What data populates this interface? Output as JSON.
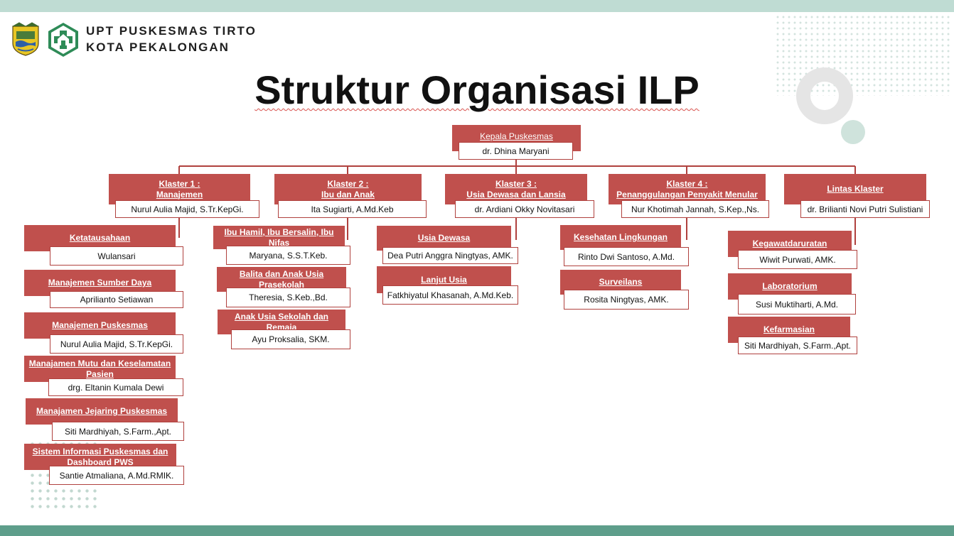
{
  "header": {
    "org_line1": "UPT PUSKESMAS TIRTO",
    "org_line2": "KOTA PEKALONGAN"
  },
  "title": "Struktur Organisasi ILP",
  "colors": {
    "box": "#c0504d",
    "border": "#b0413e",
    "accent": "#5e9e8b"
  },
  "head": {
    "role": "Kepala Puskesmas",
    "name": "dr. Dhina Maryani"
  },
  "clusters": [
    {
      "title": [
        "Klaster 1 :",
        "Manajemen"
      ],
      "name": "Nurul Aulia Majid, S.Tr.KepGi.",
      "units": [
        {
          "title": [
            "Ketatausahaan"
          ],
          "name": "Wulansari"
        },
        {
          "title": [
            "Manajemen Sumber Daya"
          ],
          "name": "Aprilianto Setiawan"
        },
        {
          "title": [
            "Manajemen Puskesmas"
          ],
          "name": "Nurul Aulia Majid, S.Tr.KepGi."
        },
        {
          "title": [
            "Manajamen Mutu dan Keselamatan",
            "Pasien"
          ],
          "name": "drg. Eltanin Kumala Dewi"
        },
        {
          "title": [
            "Manajamen Jejaring Puskesmas"
          ],
          "name": "Siti Mardhiyah, S.Farm.,Apt."
        },
        {
          "title": [
            "Sistem Informasi Puskesmas dan",
            "Dashboard PWS"
          ],
          "name": "Santie Atmaliana, A.Md.RMIK."
        }
      ]
    },
    {
      "title": [
        "Klaster 2 :",
        "Ibu dan Anak"
      ],
      "name": "Ita Sugiarti, A.Md.Keb",
      "units": [
        {
          "title": [
            "Ibu Hamil, Ibu Bersalin, Ibu Nifas"
          ],
          "name": "Maryana, S.S.T.Keb."
        },
        {
          "title": [
            "Balita dan Anak Usia Prasekolah"
          ],
          "name": "Theresia, S.Keb.,Bd."
        },
        {
          "title": [
            "Anak Usia Sekolah dan Remaja"
          ],
          "name": "Ayu Proksalia, SKM."
        }
      ]
    },
    {
      "title": [
        "Klaster 3 :",
        "Usia Dewasa dan Lansia"
      ],
      "name": "dr. Ardiani Okky Novitasari",
      "units": [
        {
          "title": [
            "Usia Dewasa"
          ],
          "name": "Dea Putri Anggra Ningtyas, AMK."
        },
        {
          "title": [
            "Lanjut Usia"
          ],
          "name": "Fatkhiyatul Khasanah, A.Md.Keb."
        }
      ]
    },
    {
      "title": [
        "Klaster 4 :",
        "Penanggulangan Penyakit Menular"
      ],
      "name": "Nur Khotimah Jannah, S.Kep.,Ns.",
      "units": [
        {
          "title": [
            "Kesehatan Lingkungan"
          ],
          "name": "Rinto Dwi Santoso, A.Md."
        },
        {
          "title": [
            "Surveilans"
          ],
          "name": "Rosita Ningtyas, AMK."
        }
      ]
    },
    {
      "title": [
        "Lintas Klaster"
      ],
      "name": "dr. Brilianti Novi Putri Sulistiani",
      "units": [
        {
          "title": [
            "Kegawatdaruratan"
          ],
          "name": "Wiwit Purwati, AMK."
        },
        {
          "title": [
            "Laboratorium"
          ],
          "name": "Susi Muktiharti, A.Md."
        },
        {
          "title": [
            "Kefarmasian"
          ],
          "name": "Siti Mardhiyah, S.Farm.,Apt."
        }
      ]
    }
  ]
}
